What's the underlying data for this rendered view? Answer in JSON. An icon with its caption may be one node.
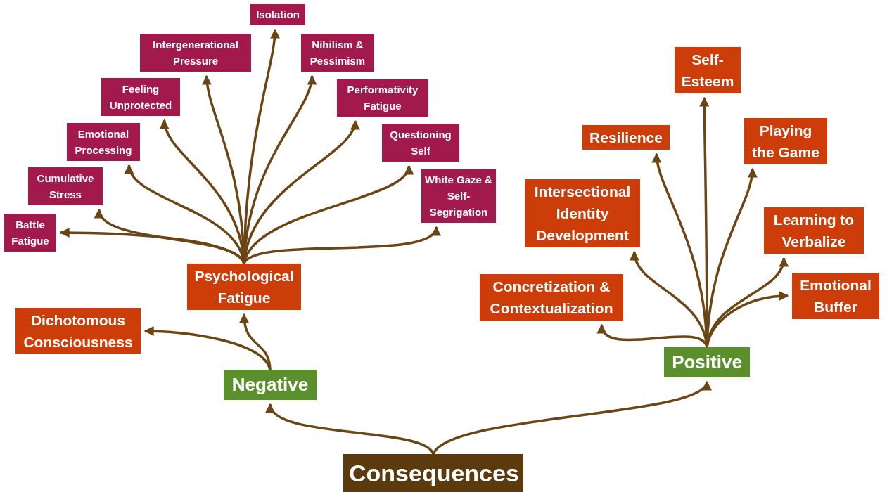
{
  "diagram": {
    "nodes": [
      {
        "text": [
          "Consequences"
        ]
      },
      {
        "text": [
          "Negative"
        ]
      },
      {
        "text": [
          "Positive"
        ]
      },
      {
        "text": [
          "Dichotomous Consciousness"
        ]
      },
      {
        "text": [
          "Psychological Fatigue"
        ]
      },
      {
        "text": [
          "Battle Fatigue"
        ]
      },
      {
        "text": [
          "Cumulative Stress"
        ]
      },
      {
        "text": [
          "Emotional Processing"
        ]
      },
      {
        "text": [
          "Feeling Unprotected"
        ]
      },
      {
        "text": [
          "Intergenerational Pressure"
        ]
      },
      {
        "text": [
          "Isolation"
        ]
      },
      {
        "text": [
          "Nihilism & Pessimism"
        ]
      },
      {
        "text": [
          "Performativity Fatigue"
        ]
      },
      {
        "text": [
          "Questioning Self"
        ]
      },
      {
        "text": [
          "White Gaze & Self-Segrigation"
        ]
      },
      {
        "text": [
          "Concretization & Contextualization"
        ]
      },
      {
        "text": [
          "Intersectional Identity Development"
        ]
      },
      {
        "text": [
          "Resilience"
        ]
      },
      {
        "text": [
          "Self-Esteem"
        ]
      },
      {
        "text": [
          "Playing the Game"
        ]
      },
      {
        "text": [
          "Learning to Verbalize"
        ]
      },
      {
        "text": [
          "Emotional Buffer"
        ]
      }
    ],
    "edges": [
      {
        "from": 0,
        "to": 1,
        "arrow": "to"
      },
      {
        "from": 0,
        "to": 2,
        "arrow": "to"
      },
      {
        "from": 1,
        "to": 3,
        "arrow": "to"
      },
      {
        "from": 1,
        "to": 4,
        "arrow": "to"
      },
      {
        "from": 4,
        "to": 5,
        "arrow": "to"
      },
      {
        "from": 4,
        "to": 6,
        "arrow": "to"
      },
      {
        "from": 4,
        "to": 7,
        "arrow": "to"
      },
      {
        "from": 4,
        "to": 8,
        "arrow": "to"
      },
      {
        "from": 4,
        "to": 9,
        "arrow": "to"
      },
      {
        "from": 4,
        "to": 10,
        "arrow": "to"
      },
      {
        "from": 4,
        "to": 11,
        "arrow": "to"
      },
      {
        "from": 4,
        "to": 12,
        "arrow": "to"
      },
      {
        "from": 4,
        "to": 13,
        "arrow": "to"
      },
      {
        "from": 4,
        "to": 14,
        "arrow": "to"
      },
      {
        "from": 2,
        "to": 15,
        "arrow": "to"
      },
      {
        "from": 2,
        "to": 16,
        "arrow": "to"
      },
      {
        "from": 2,
        "to": 17,
        "arrow": "to"
      },
      {
        "from": 2,
        "to": 18,
        "arrow": "to"
      },
      {
        "from": 2,
        "to": 19,
        "arrow": "to"
      },
      {
        "from": 2,
        "to": 20,
        "arrow": "to"
      },
      {
        "from": 2,
        "to": 21,
        "arrow": "to"
      }
    ]
  }
}
